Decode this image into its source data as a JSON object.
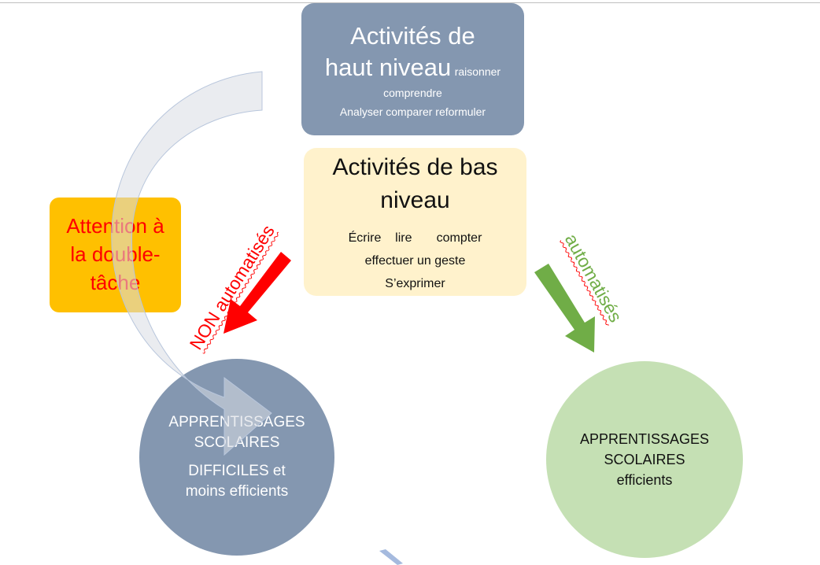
{
  "diagram": {
    "high_level_box": {
      "title_line1": "Activités de",
      "title_line2": "haut niveau",
      "inline_small": "raisonner",
      "line3": "comprendre",
      "line4": "Analyser comparer  reformuler",
      "color": "#8497b0"
    },
    "low_level_box": {
      "title_line1": "Activités de bas",
      "title_line2": "niveau",
      "line1": "Écrire    lire       compter",
      "line2": "effectuer un geste",
      "line3": "S’exprimer",
      "color": "#fff2cc"
    },
    "attention_box": {
      "line1": "Attention à",
      "line2": "la double-",
      "line3": "tâche",
      "color": "#ffc000",
      "text_color": "#ff0000"
    },
    "arrow_labels": {
      "non_automated": "NON automatisés",
      "automated": "automatisés"
    },
    "left_circle": {
      "line1": "APPRENTISSAGES",
      "line2": "SCOLAIRES",
      "line3": "DIFFICILES et",
      "line4": "moins efficients",
      "color": "#8497b0"
    },
    "right_circle": {
      "line1": "APPRENTISSAGES",
      "line2": "SCOLAIRES",
      "line3": "efficients",
      "color": "#c5e0b4"
    },
    "colors": {
      "red_arrow": "#ff0000",
      "green_arrow": "#70ad47",
      "curved_arrow": "#d9dde4"
    }
  }
}
